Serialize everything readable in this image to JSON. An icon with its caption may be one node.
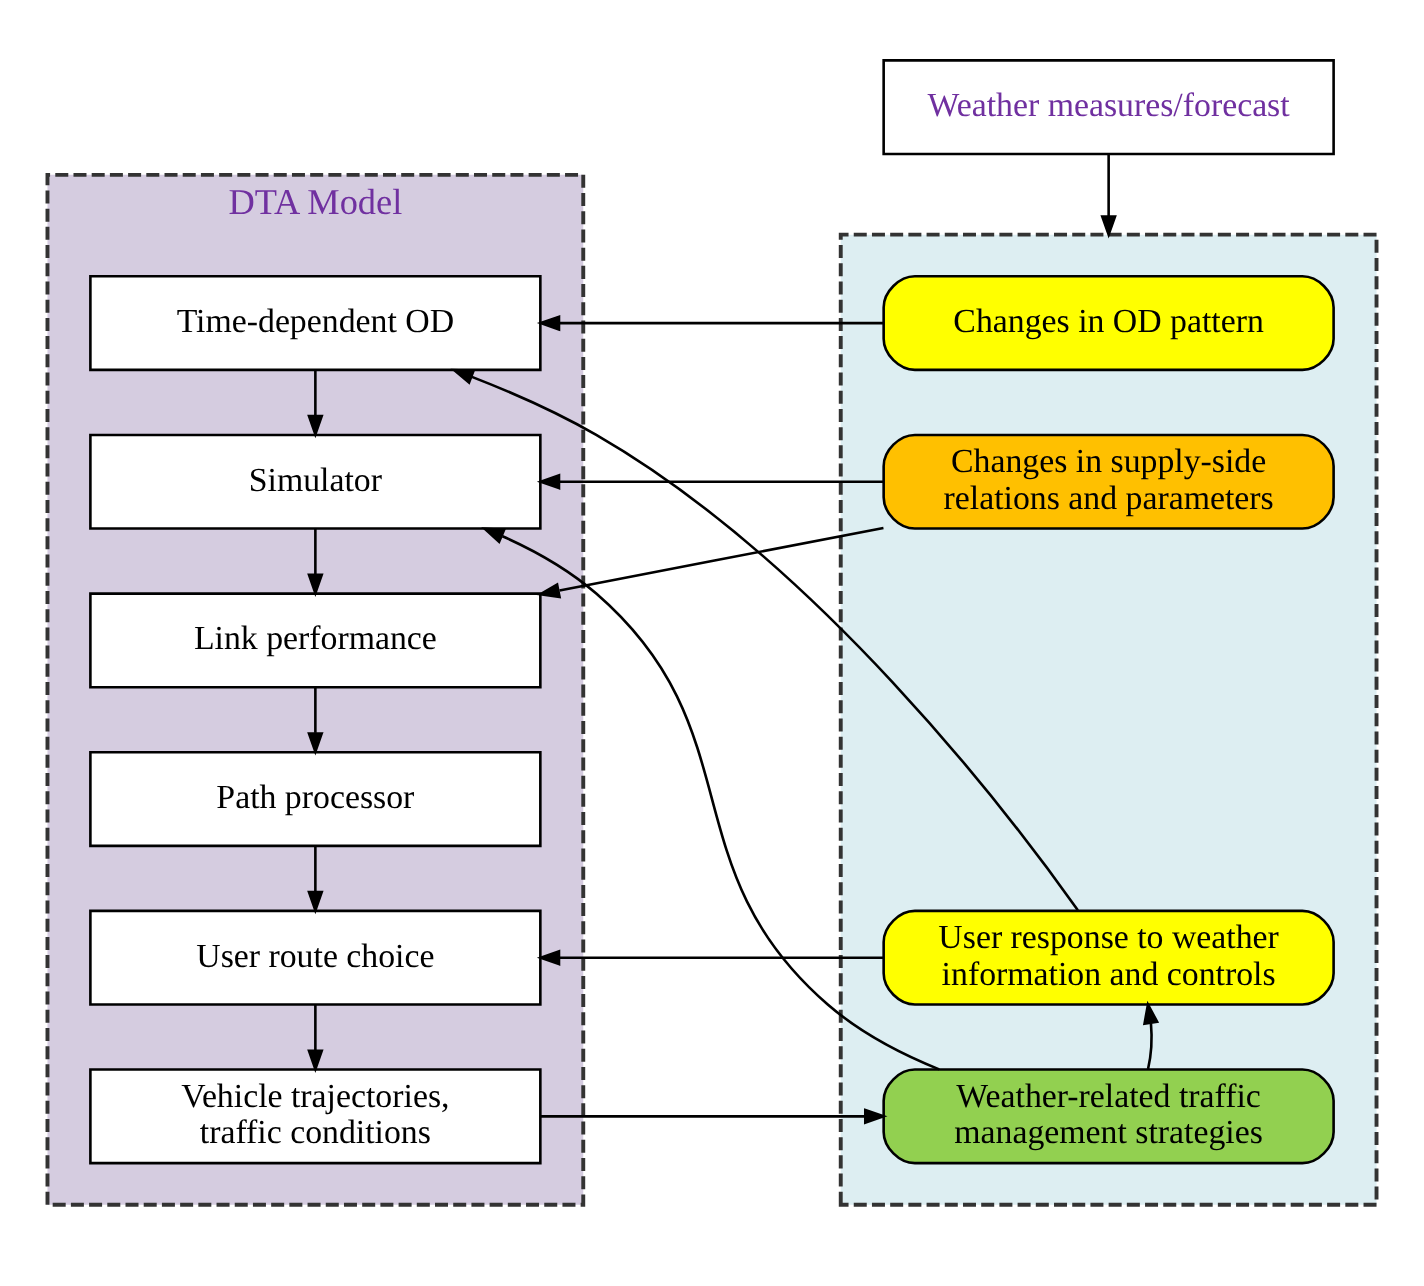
{
  "diagram": {
    "nodes": [
      {
        "text": [
          "DTA Model"
        ]
      },
      {
        "text": [
          "Time-dependent OD"
        ],
        "in": 0
      },
      {
        "text": [
          "Simulator"
        ],
        "in": 0
      },
      {
        "text": [
          "Link performance"
        ],
        "in": 0
      },
      {
        "text": [
          "Path processor"
        ],
        "in": 0
      },
      {
        "text": [
          "User route choice"
        ],
        "in": 0
      },
      {
        "text": [
          "Vehicle trajectories, traffic conditions"
        ],
        "in": 0
      },
      {
        "text": [
          "Weather measures/forecast"
        ]
      },
      {
        "text": [],
        "shape": "box"
      },
      {
        "text": [
          "Changes in OD pattern"
        ],
        "in": 8
      },
      {
        "text": [
          "Changes in supply-side relations and parameters"
        ],
        "in": 8
      },
      {
        "text": [
          "User response to weather information and controls"
        ],
        "in": 8
      },
      {
        "text": [
          "Weather-related traffic management strategies"
        ],
        "in": 8
      }
    ],
    "edges": [
      {
        "from": 7,
        "to": 8,
        "arrow": "to"
      },
      {
        "from": 1,
        "to": 2,
        "arrow": "to"
      },
      {
        "from": 2,
        "to": 3,
        "arrow": "to"
      },
      {
        "from": 3,
        "to": 4,
        "arrow": "to"
      },
      {
        "from": 4,
        "to": 5,
        "arrow": "to"
      },
      {
        "from": 5,
        "to": 6,
        "arrow": "to"
      },
      {
        "from": 9,
        "to": 1,
        "arrow": "to"
      },
      {
        "from": 10,
        "to": 2,
        "arrow": "to"
      },
      {
        "from": 10,
        "to": 3,
        "arrow": "to"
      },
      {
        "from": 11,
        "to": 1,
        "arrow": "to"
      },
      {
        "from": 11,
        "to": 5,
        "arrow": "to"
      },
      {
        "from": 12,
        "to": 2,
        "arrow": "to"
      },
      {
        "from": 6,
        "to": 12,
        "arrow": "to"
      },
      {
        "from": 12,
        "to": 11,
        "arrow": "to"
      }
    ]
  }
}
